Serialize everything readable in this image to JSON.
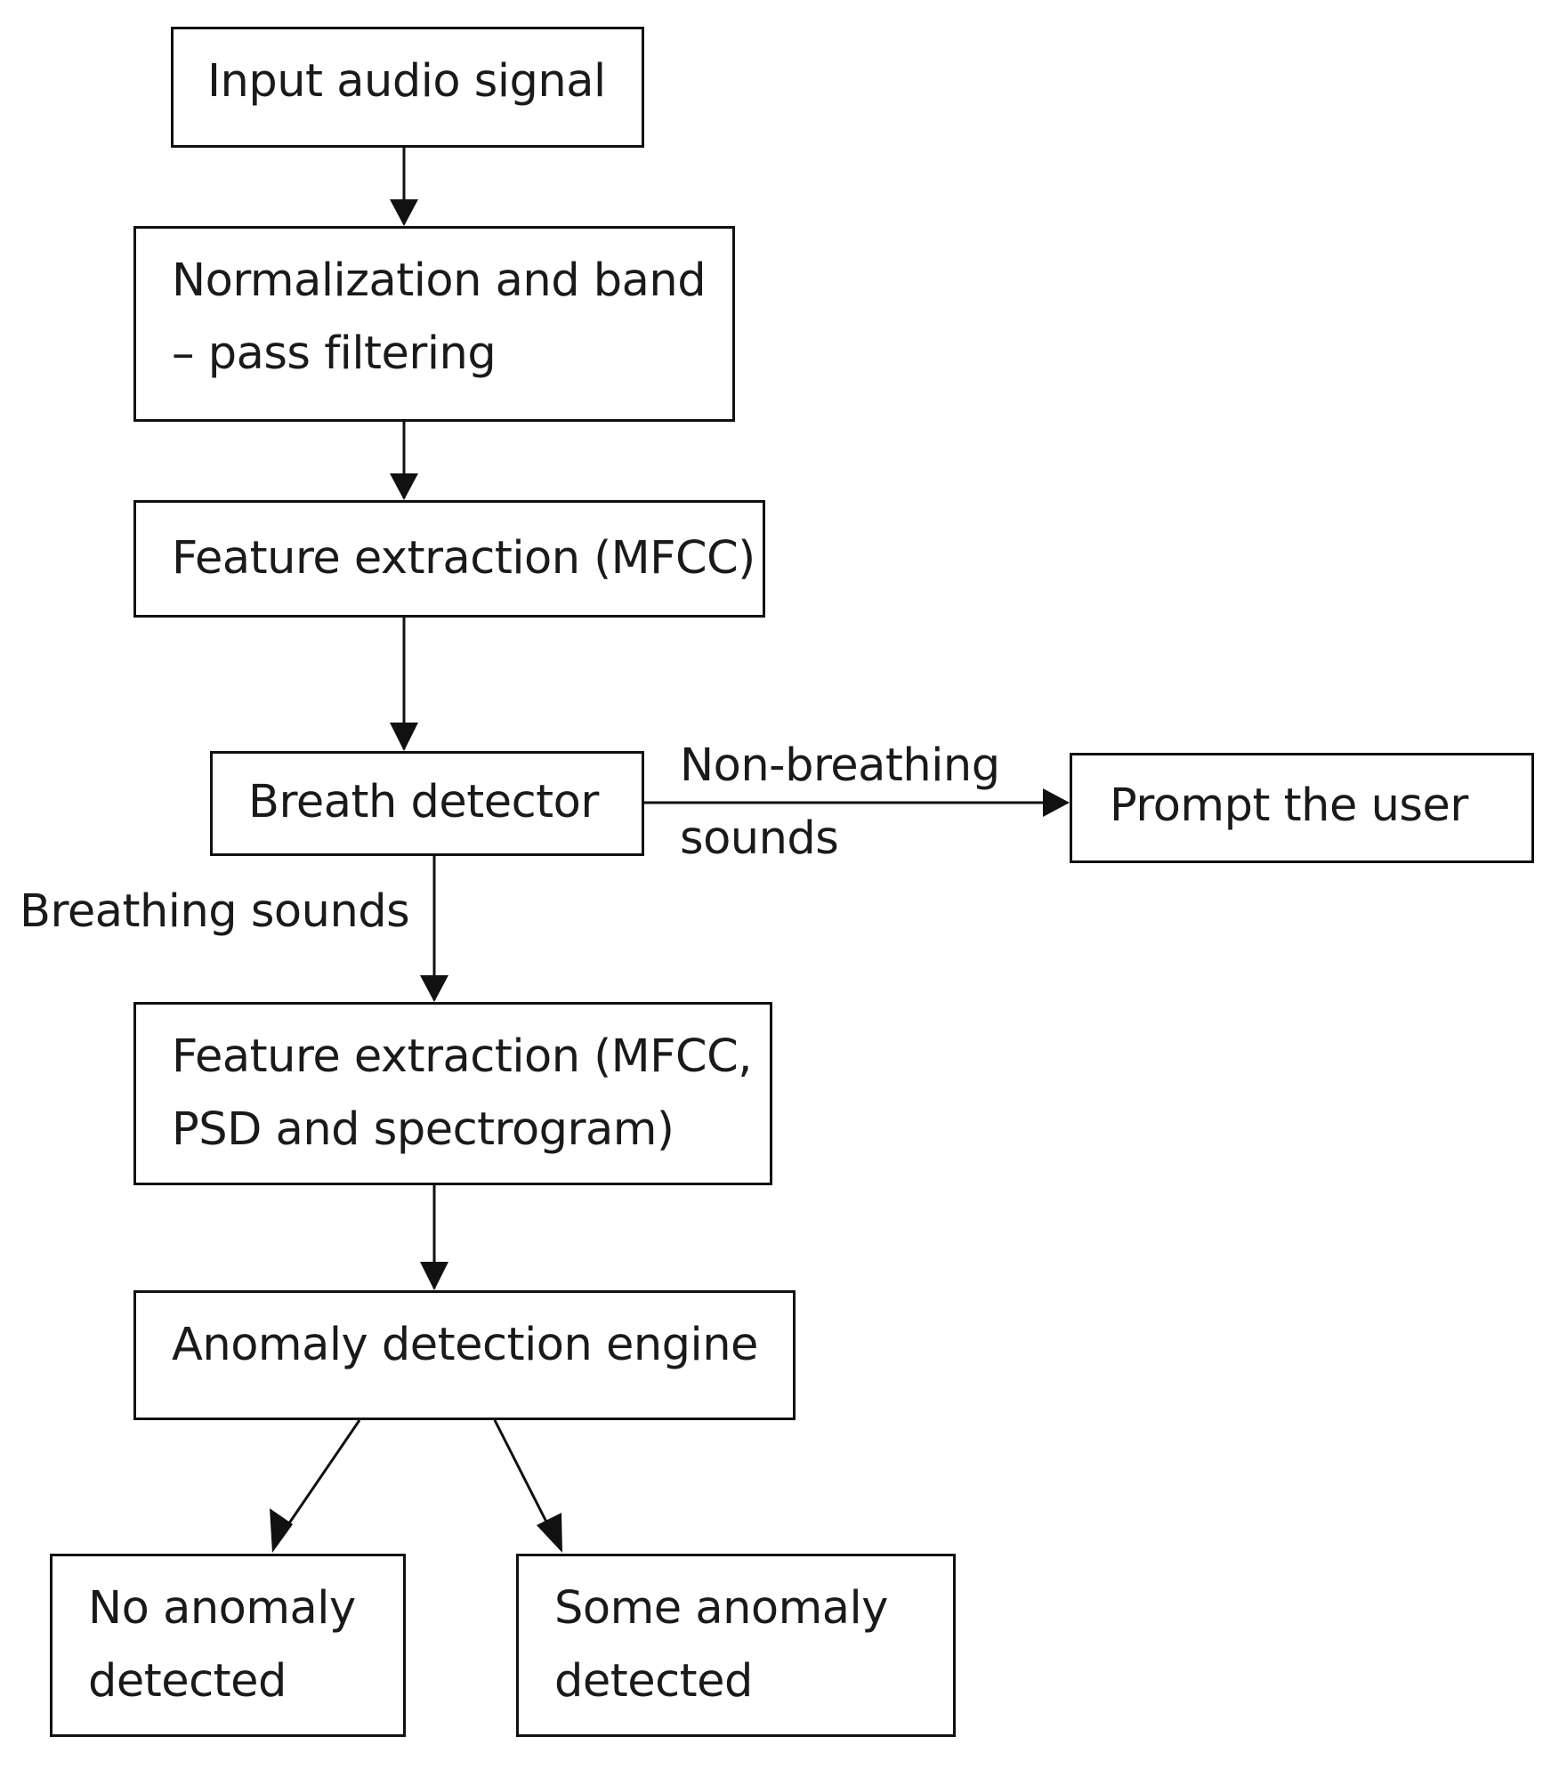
{
  "nodes": {
    "input": [
      "Input audio signal"
    ],
    "normalize": [
      "Normalization and band",
      "– pass filtering"
    ],
    "feature1": [
      "Feature extraction (MFCC)"
    ],
    "breath": [
      "Breath detector"
    ],
    "prompt": [
      "Prompt the user"
    ],
    "feature2": [
      "Feature extraction (MFCC,",
      "PSD and spectrogram)"
    ],
    "anomaly": [
      "Anomaly detection engine"
    ],
    "no_anomaly": [
      "No anomaly",
      "detected"
    ],
    "some_anomaly": [
      "Some anomaly",
      "detected"
    ]
  },
  "edge_labels": {
    "non_breathing": [
      "Non-breathing",
      "sounds"
    ],
    "breathing": [
      "Breathing sounds"
    ]
  },
  "edges": [
    [
      "input",
      "normalize"
    ],
    [
      "normalize",
      "feature1"
    ],
    [
      "feature1",
      "breath"
    ],
    [
      "breath",
      "prompt"
    ],
    [
      "breath",
      "feature2"
    ],
    [
      "feature2",
      "anomaly"
    ],
    [
      "anomaly",
      "no_anomaly"
    ],
    [
      "anomaly",
      "some_anomaly"
    ]
  ]
}
